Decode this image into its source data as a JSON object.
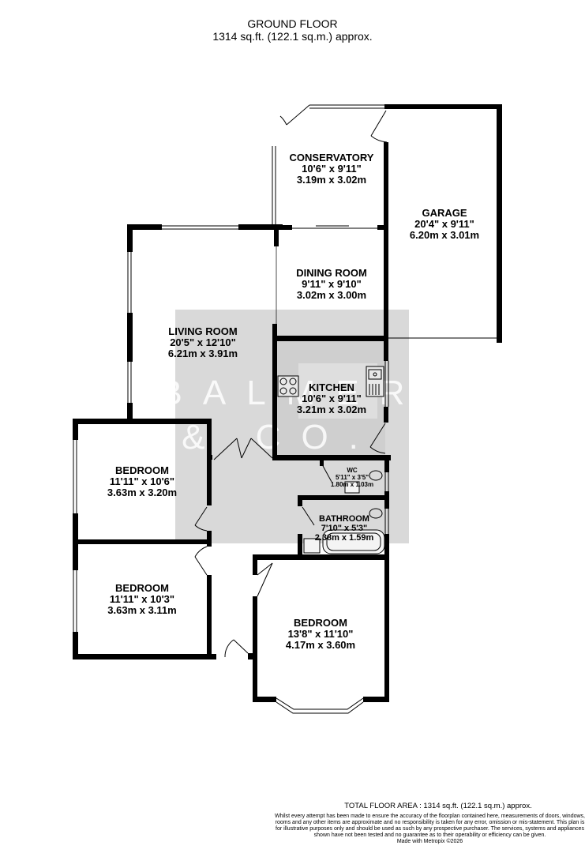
{
  "header": {
    "floor_name": "GROUND FLOOR",
    "floor_area": "1314 sq.ft. (122.1 sq.m.) approx."
  },
  "watermark": {
    "line1": "BALMER",
    "line2": "& CO."
  },
  "rooms": [
    {
      "id": "conservatory",
      "name": "CONSERVATORY",
      "imperial": "10'6\"  x 9'11\"",
      "metric": "3.19m  x 3.02m"
    },
    {
      "id": "garage",
      "name": "GARAGE",
      "imperial": "20'4\"  x 9'11\"",
      "metric": "6.20m  x 3.01m"
    },
    {
      "id": "dining-room",
      "name": "DINING ROOM",
      "imperial": "9'11\"  x 9'10\"",
      "metric": "3.02m  x 3.00m"
    },
    {
      "id": "living-room",
      "name": "LIVING ROOM",
      "imperial": "20'5\"  x 12'10\"",
      "metric": "6.21m  x 3.91m"
    },
    {
      "id": "kitchen",
      "name": "KITCHEN",
      "imperial": "10'6\"  x 9'11\"",
      "metric": "3.21m  x 3.02m"
    },
    {
      "id": "bedroom-1",
      "name": "BEDROOM",
      "imperial": "11'11\"  x 10'6\"",
      "metric": "3.63m  x 3.20m"
    },
    {
      "id": "wc",
      "name": "WC",
      "imperial": "5'11\"  x 3'5\"",
      "metric": "1.80m  x 1.03m"
    },
    {
      "id": "bathroom",
      "name": "BATHROOM",
      "imperial": "7'10\"  x 5'3\"",
      "metric": "2.38m  x 1.59m"
    },
    {
      "id": "bedroom-2",
      "name": "BEDROOM",
      "imperial": "11'11\"  x 10'3\"",
      "metric": "3.63m  x 3.11m"
    },
    {
      "id": "bedroom-3",
      "name": "BEDROOM",
      "imperial": "13'8\"  x 11'10\"",
      "metric": "4.17m  x 3.60m"
    }
  ],
  "colors": {
    "wall": "#000000",
    "watermark_box": "#d9d9d9",
    "background": "#ffffff"
  },
  "footer": {
    "total_area": "TOTAL FLOOR AREA : 1314 sq.ft. (122.1 sq.m.) approx.",
    "disclaimer": "Whilst every attempt has been made to ensure the accuracy of the floorplan contained here, measurements of doors, windows, rooms and any other items are approximate and no responsibility is taken for any error, omission or mis-statement. This plan is for illustrative purposes only and should be used as such by any prospective purchaser. The services, systems and appliances shown have not been tested and no guarantee as to their operability or efficiency can be given.",
    "credit": "Made with Metropix ©2026"
  }
}
